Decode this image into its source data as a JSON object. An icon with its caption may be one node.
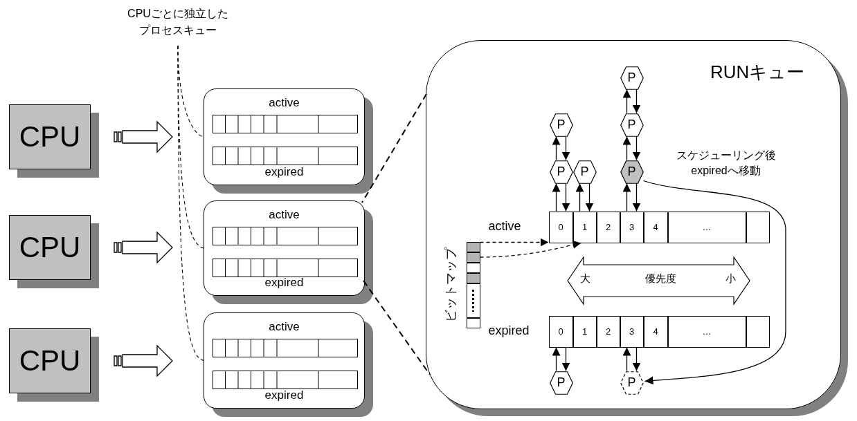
{
  "diagram": {
    "nodes": [
      {
        "text": [
          "CPUごとに独立したプロセスキュー"
        ]
      },
      {
        "text": [
          "CPU"
        ]
      },
      {
        "text": [
          "CPU"
        ]
      },
      {
        "text": [
          "CPU"
        ]
      },
      {
        "text": [
          "active",
          "expired"
        ]
      },
      {
        "text": [
          "active",
          "expired"
        ]
      },
      {
        "text": [
          "active",
          "expired"
        ]
      },
      {
        "text": [
          "RUNキュー"
        ]
      },
      {
        "text": [
          "P"
        ],
        "in": 7
      },
      {
        "text": [
          "P"
        ],
        "in": 7
      },
      {
        "text": [
          "P"
        ],
        "in": 7
      },
      {
        "text": [
          "P"
        ],
        "in": 7
      },
      {
        "text": [
          "P"
        ],
        "in": 7
      },
      {
        "text": [
          "P"
        ],
        "in": 7
      },
      {
        "text": [
          "active"
        ],
        "in": 7
      },
      {
        "text": [
          "0"
        ],
        "in": 14
      },
      {
        "text": [
          "1"
        ],
        "in": 14
      },
      {
        "text": [
          "2"
        ],
        "in": 14
      },
      {
        "text": [
          "3"
        ],
        "in": 14
      },
      {
        "text": [
          "4"
        ],
        "in": 14
      },
      {
        "text": [
          "…"
        ],
        "in": 14
      },
      {
        "text": [],
        "shape": "box",
        "in": 14
      },
      {
        "text": [
          "ビットマップ"
        ],
        "in": 7
      },
      {
        "text": [],
        "shape": "box",
        "in": 22
      },
      {
        "text": [],
        "shape": "box",
        "in": 22
      },
      {
        "text": [],
        "shape": "box",
        "in": 22
      },
      {
        "text": [],
        "shape": "box",
        "in": 22
      },
      {
        "text": [],
        "shape": "box",
        "in": 22
      },
      {
        "text": [],
        "shape": "box",
        "in": 22
      },
      {
        "text": [
          "expired"
        ],
        "in": 7
      },
      {
        "text": [
          "0"
        ],
        "in": 29
      },
      {
        "text": [
          "1"
        ],
        "in": 29
      },
      {
        "text": [
          "2"
        ],
        "in": 29
      },
      {
        "text": [
          "3"
        ],
        "in": 29
      },
      {
        "text": [
          "4"
        ],
        "in": 29
      },
      {
        "text": [
          "…"
        ],
        "in": 29
      },
      {
        "text": [],
        "shape": "box",
        "in": 29
      },
      {
        "text": [
          "P"
        ],
        "in": 7
      },
      {
        "text": [
          "P"
        ],
        "in": 7
      }
    ],
    "edges": [
      {
        "from": 1,
        "to": 4,
        "arrow": "to",
        "style": "thick"
      },
      {
        "from": 2,
        "to": 5,
        "arrow": "to",
        "style": "thick"
      },
      {
        "from": 3,
        "to": 6,
        "arrow": "to",
        "style": "thick"
      },
      {
        "from": 0,
        "to": 4,
        "arrow": "none",
        "style": "dashed"
      },
      {
        "from": 0,
        "to": 5,
        "arrow": "none",
        "style": "dashed"
      },
      {
        "from": 0,
        "to": 6,
        "arrow": "none",
        "style": "dashed"
      },
      {
        "from": 5,
        "to": 7,
        "arrow": "none",
        "style": "dashed"
      },
      {
        "from": 5,
        "to": 7,
        "arrow": "none",
        "style": "dashed"
      },
      {
        "from": 15,
        "to": 11,
        "arrow": "to"
      },
      {
        "from": 11,
        "to": 15,
        "arrow": "to"
      },
      {
        "from": 11,
        "to": 9,
        "arrow": "to"
      },
      {
        "from": 9,
        "to": 11,
        "arrow": "to"
      },
      {
        "from": 16,
        "to": 12,
        "arrow": "to"
      },
      {
        "from": 12,
        "to": 16,
        "arrow": "to"
      },
      {
        "from": 18,
        "to": 13,
        "arrow": "to"
      },
      {
        "from": 13,
        "to": 18,
        "arrow": "to"
      },
      {
        "from": 13,
        "to": 10,
        "arrow": "to"
      },
      {
        "from": 10,
        "to": 13,
        "arrow": "to"
      },
      {
        "from": 10,
        "to": 8,
        "arrow": "to"
      },
      {
        "from": 8,
        "to": 10,
        "arrow": "to"
      },
      {
        "from": 23,
        "to": 15,
        "arrow": "to",
        "style": "dashed"
      },
      {
        "from": 24,
        "to": 16,
        "arrow": "to",
        "style": "dashed"
      },
      {
        "from": 37,
        "to": 30,
        "arrow": "to"
      },
      {
        "from": 30,
        "to": 37,
        "arrow": "to"
      },
      {
        "from": 38,
        "to": 33,
        "arrow": "to"
      },
      {
        "from": 33,
        "to": 38,
        "arrow": "to"
      },
      {
        "from": 13,
        "to": 38,
        "arrow": "to",
        "label": "スケジューリング後expiredへ移動"
      }
    ],
    "labels": [
      "大",
      "優先度",
      "小"
    ]
  }
}
